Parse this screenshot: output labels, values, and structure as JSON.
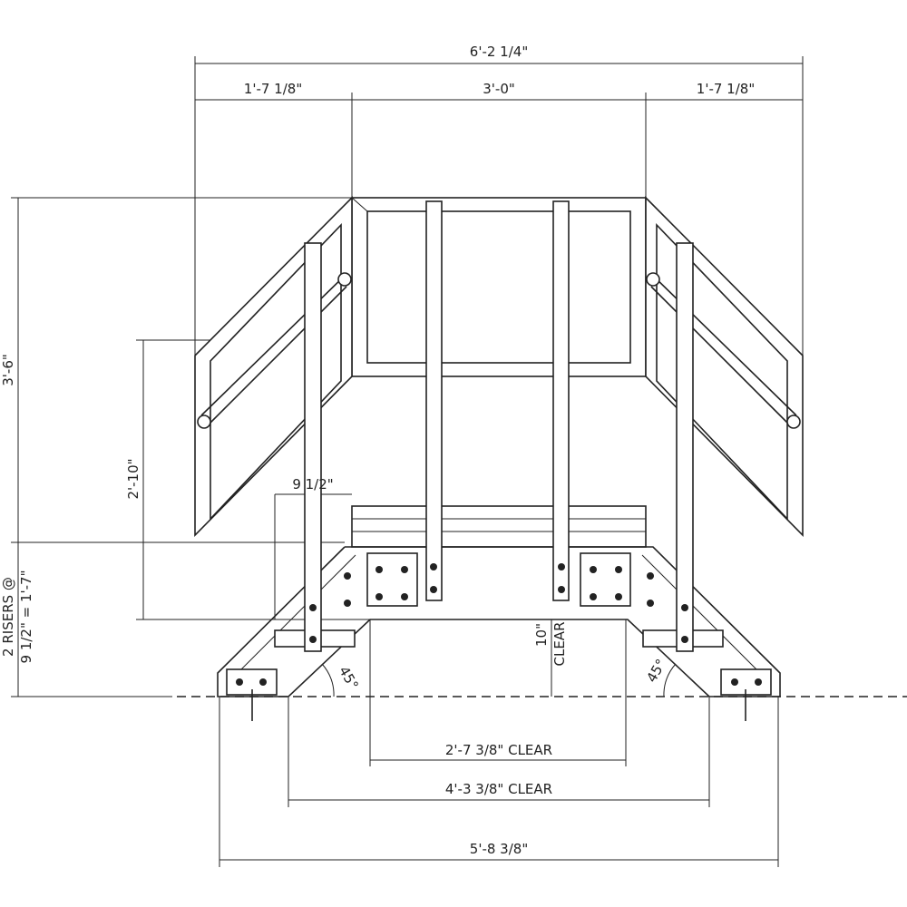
{
  "dimensions": {
    "overall_width": "6'-2 1/4\"",
    "left_side": "1'-7 1/8\"",
    "center": "3'-0\"",
    "right_side": "1'-7 1/8\"",
    "overall_height": "3'-6\"",
    "rail_height": "2'-10\"",
    "tread_depth": "9 1/2\"",
    "risers_line1": "2 RISERS @",
    "risers_line2": "9 1/2\" = 1'-7\"",
    "clear_height_value": "10\"",
    "clear_height_label": "CLEAR",
    "inner_clear": "2'-7 3/8\" CLEAR",
    "mid_clear": "4'-3 3/8\" CLEAR",
    "base_width": "5'-8 3/8\"",
    "angle_left": "45°",
    "angle_right": "45°"
  }
}
